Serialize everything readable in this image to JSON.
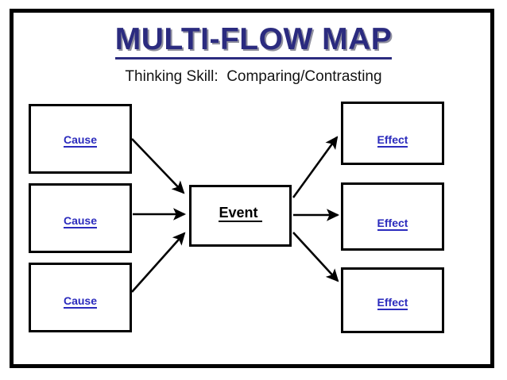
{
  "slide": {
    "title": "MULTI-FLOW MAP",
    "subtitle": "Thinking Skill:  Comparing/Contrasting",
    "title_color": "#2b2b7f",
    "label_color": "#2b2bbd",
    "event_color": "#000000",
    "frame_color": "#000000",
    "background": "#ffffff"
  },
  "diagram": {
    "type": "multi-flow-map",
    "causes": [
      {
        "label": "Cause"
      },
      {
        "label": "Cause"
      },
      {
        "label": "Cause"
      }
    ],
    "event": {
      "label": "Event "
    },
    "effects": [
      {
        "label": "Effect"
      },
      {
        "label": "Effect"
      },
      {
        "label": "Effect"
      }
    ],
    "arrows": [
      {
        "name": "cause-0-to-event",
        "from": "cause-0",
        "to": "event-0",
        "direction": "down-right"
      },
      {
        "name": "cause-1-to-event",
        "from": "cause-1",
        "to": "event-0",
        "direction": "right"
      },
      {
        "name": "cause-2-to-event",
        "from": "cause-2",
        "to": "event-0",
        "direction": "up-right"
      },
      {
        "name": "event-to-effect-0",
        "from": "event-0",
        "to": "effect-0",
        "direction": "up-right"
      },
      {
        "name": "event-to-effect-1",
        "from": "event-0",
        "to": "effect-1",
        "direction": "right"
      },
      {
        "name": "event-to-effect-2",
        "from": "event-0",
        "to": "effect-2",
        "direction": "down-right"
      }
    ]
  }
}
